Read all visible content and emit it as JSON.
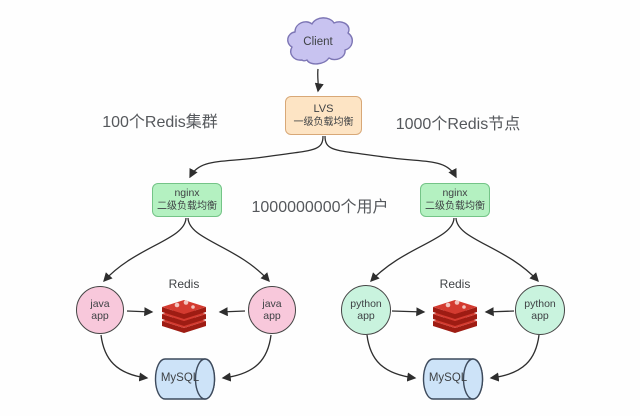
{
  "colors": {
    "bg": "#fefefe",
    "arrow": "#2e2e2e",
    "text_muted": "#55585c",
    "cloud_fill": "#c8c3f0",
    "cloud_stroke": "#7d76b5",
    "lvs_fill": "#fde4c4",
    "lvs_stroke": "#d8a877",
    "nginx_fill": "#b4f1c1",
    "nginx_stroke": "#74c487",
    "java_fill": "#f8c8db",
    "python_fill": "#c9f3de",
    "node_stroke": "#454545",
    "mysql_fill": "#cde3f8",
    "mysql_stroke": "#3d4a5c",
    "redis_red": "#d43b30",
    "redis_dark": "#9e1c13"
  },
  "annotations": {
    "left": "100个Redis集群",
    "right": "1000个Redis节点",
    "center": "1000000000个用户"
  },
  "nodes": {
    "client": {
      "label": "Client"
    },
    "lvs": {
      "line1": "LVS",
      "line2": "一级负载均衡"
    },
    "nginx_left": {
      "line1": "nginx",
      "line2": "二级负载均衡"
    },
    "nginx_right": {
      "line1": "nginx",
      "line2": "二级负载均衡"
    },
    "java_app_left": {
      "line1": "java",
      "line2": "app"
    },
    "java_app_right": {
      "line1": "java",
      "line2": "app"
    },
    "python_app_left": {
      "line1": "python",
      "line2": "app"
    },
    "python_app_right": {
      "line1": "python",
      "line2": "app"
    },
    "redis_left": {
      "label": "Redis"
    },
    "redis_right": {
      "label": "Redis"
    },
    "mysql_left": {
      "label": "MySQL"
    },
    "mysql_right": {
      "label": "MySQL"
    }
  }
}
